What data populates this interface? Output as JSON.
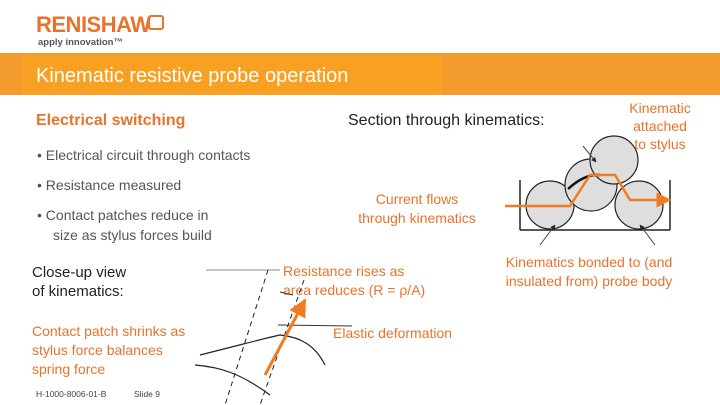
{
  "brand": {
    "logo_text": "RENISHAW",
    "tagline": "apply innovation™",
    "accent_color": "#f39b2c"
  },
  "slide": {
    "title": "Kinematic resistive probe operation",
    "section_heading": "Electrical switching",
    "bullets": [
      "•  Electrical circuit through contacts",
      "•  Resistance measured",
      "•  Contact patches reduce in",
      "size as stylus forces build"
    ],
    "section_label": "Section through kinematics:",
    "kinematic_label": [
      "Kinematic",
      "attached",
      "to stylus"
    ],
    "current_label": [
      "Current flows",
      "through kinematics"
    ],
    "bonded_label": [
      "Kinematics bonded to (and",
      "insulated from) probe body"
    ],
    "closeup_label": [
      "Close-up view",
      "of kinematics:"
    ],
    "contact_label": [
      "Contact patch shrinks as",
      "stylus force balances",
      "spring force"
    ],
    "resistance_label": [
      "Resistance rises as",
      "area reduces (R = ρ/A)"
    ],
    "elastic_label": "Elastic deformation"
  },
  "footer": {
    "doc_id": "H-1000-8006-01-B",
    "slide_number": "Slide 9"
  }
}
